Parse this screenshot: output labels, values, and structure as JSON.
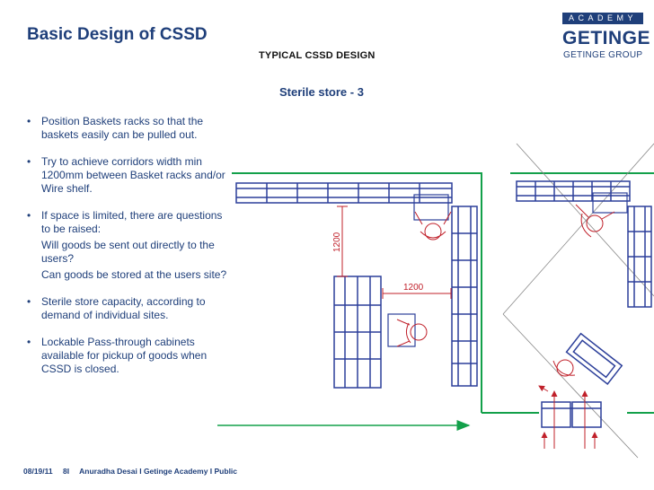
{
  "header": {
    "title": "Basic Design of CSSD",
    "subtitle": "TYPICAL CSSD DESIGN",
    "section": "Sterile store - 3"
  },
  "logo": {
    "academy": "ACADEMY",
    "brand": "GETINGE",
    "group": "GETINGE GROUP"
  },
  "bullets": [
    {
      "text": "Position Baskets racks so that the baskets easily can be pulled out."
    },
    {
      "text": "Try to achieve corridors width min 1200mm between Basket racks and/or Wire shelf."
    },
    {
      "text": "If space is limited, there are questions to be raised:",
      "sub1": "Will goods be sent out directly to the users?",
      "sub2": "Can goods be stored at the users site?"
    },
    {
      "text": "Sterile store capacity, according to demand of individual sites."
    },
    {
      "text": "Lockable Pass-through cabinets available for pickup of goods when CSSD is closed."
    }
  ],
  "drawing": {
    "dim_vertical": "1200",
    "dim_horizontal": "1200"
  },
  "footer": {
    "date": "08/19/11",
    "credit": "Anuradha Desai  I  Getinge Academy  I  Public"
  },
  "colors": {
    "brand_blue": "#1f3f7a",
    "rack_blue": "#2c3f9a",
    "dimension_red": "#c0202a",
    "arrow_green": "#13a04a"
  }
}
